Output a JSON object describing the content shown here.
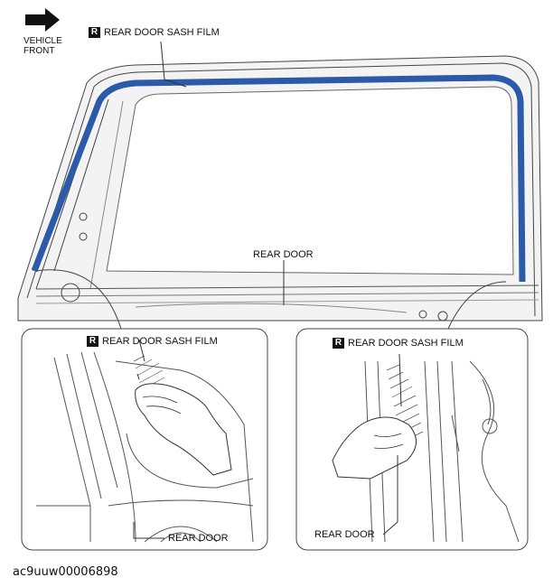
{
  "direction": {
    "line1": "VEHICLE",
    "line2": "FRONT",
    "icon": "arrow-right-icon"
  },
  "badge": "R",
  "labels": {
    "main_film": "REAR DOOR SASH FILM",
    "main_door": "REAR DOOR",
    "inset_left_film": "REAR DOOR SASH FILM",
    "inset_left_door": "REAR DOOR",
    "inset_right_film": "REAR DOOR SASH FILM",
    "inset_right_door": "REAR DOOR"
  },
  "caption": "ac9uuw00006898",
  "colors": {
    "film": "#2a5aa8",
    "line": "#333333"
  }
}
